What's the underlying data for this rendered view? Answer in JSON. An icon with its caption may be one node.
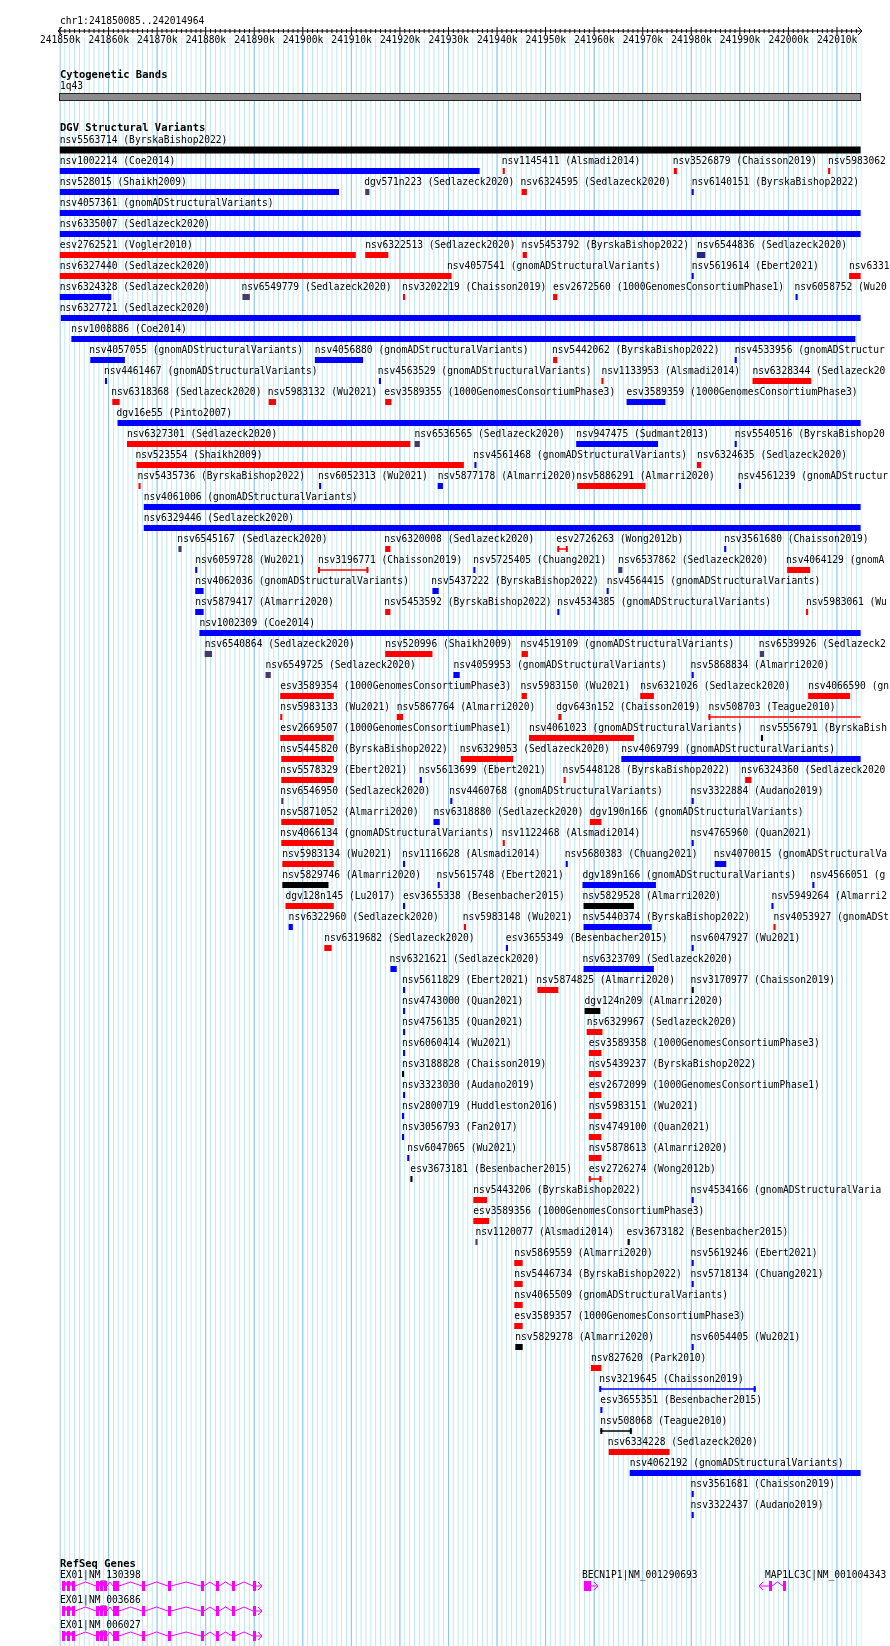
{
  "diagram": {
    "labels": [
      "chr1:241850085..242014964",
      "241850k",
      "241860k",
      "241870k",
      "241880k",
      "241890k",
      "241900k",
      "241910k",
      "241920k",
      "241930k",
      "241940k",
      "241950k",
      "241960k",
      "241970k",
      "241980k",
      "241990k",
      "242000k",
      "242010k",
      "Cytogenetic Bands",
      "1q43",
      "DGV Structural Variants",
      "nsv5563714 (ByrskaBishop2022)",
      "nsv1002214 (Coe2014)",
      "nsv1145411 (Alsmadi2014)",
      "nsv3526879 (Chaisson2019)",
      "nsv5983062",
      "nsv528015 (Shaikh2009)",
      "dgv571n223 (Sedlazeck2020)",
      "nsv6324595 (Sedlazeck2020)",
      "nsv6140151 (ByrskaBishop2022)",
      "nsv4057361 (gnomADStructuralVariants)",
      "nsv6335007 (Sedlazeck2020)",
      "esv2762521 (Vogler2010)",
      "nsv6322513 (Sedlazeck2020)",
      "nsv5453792 (ByrskaBishop2022)",
      "nsv6544836 (Sedlazeck2020)",
      "nsv6327440 (Sedlazeck2020)",
      "nsv4057541 (gnomADStructuralVariants)",
      "nsv5619614 (Ebert2021)",
      "nsv6331",
      "nsv6324328 (Sedlazeck2020)",
      "nsv6549779 (Sedlazeck2020)",
      "nsv3202219 (Chaisson2019)",
      "esv2672560 (1000GenomesConsortiumPhase1)",
      "nsv6058752 (Wu20",
      "nsv6327721 (Sedlazeck2020)",
      "nsv1008886 (Coe2014)",
      "nsv4057055 (gnomADStructuralVariants)",
      "nsv4056880 (gnomADStructuralVariants)",
      "nsv5442062 (ByrskaBishop2022)",
      "nsv4533956 (gnomADStructur",
      "nsv4461467 (gnomADStructuralVariants)",
      "nsv4563529 (gnomADStructuralVariants)",
      "nsv1133953 (Alsmadi2014)",
      "nsv6328344 (Sedlazeck20",
      "nsv6318368 (Sedlazeck2020)",
      "nsv5983132 (Wu2021)",
      "esv3589355 (1000GenomesConsortiumPhase3)",
      "esv3589359 (1000GenomesConsortiumPhase3)",
      "dgv16e55 (Pinto2007)",
      "nsv6327301 (Sedlazeck2020)",
      "nsv6536565 (Sedlazeck2020)",
      "nsv947475 (Sudmant2013)",
      "nsv5540516 (ByrskaBishop20",
      "nsv523554 (Shaikh2009)",
      "nsv4561468 (gnomADStructuralVariants)",
      "nsv6324635 (Sedlazeck2020)",
      "nsv5435736 (ByrskaBishop2022)",
      "nsv6052313 (Wu2021)",
      "nsv5877178 (Almarri2020)",
      "nsv5886291 (Almarri2020)",
      "nsv4561239 (gnomADStructur",
      "nsv4061006 (gnomADStructuralVariants)",
      "nsv6329446 (Sedlazeck2020)",
      "nsv6545167 (Sedlazeck2020)",
      "nsv6320008 (Sedlazeck2020)",
      "esv2726263 (Wong2012b)",
      "nsv3561680 (Chaisson2019)",
      "nsv6059728 (Wu2021)",
      "nsv3196771 (Chaisson2019)",
      "nsv5725405 (Chuang2021)",
      "nsv6537862 (Sedlazeck2020)",
      "nsv4064129 (gnomA",
      "nsv4062036 (gnomADStructuralVariants)",
      "nsv5437222 (ByrskaBishop2022)",
      "nsv4564415 (gnomADStructuralVariants)",
      "nsv5879417 (Almarri2020)",
      "nsv5453592 (ByrskaBishop2022)",
      "nsv4534385 (gnomADStructuralVariants)",
      "nsv5983061 (Wu",
      "nsv1002309 (Coe2014)",
      "nsv6540864 (Sedlazeck2020)",
      "nsv520996 (Shaikh2009)",
      "nsv4519109 (gnomADStructuralVariants)",
      "nsv6539926 (Sedlazeck2",
      "nsv6549725 (Sedlazeck2020)",
      "nsv4059953 (gnomADStructuralVariants)",
      "nsv5868834 (Almarri2020)",
      "esv3589354 (1000GenomesConsortiumPhase3)",
      "nsv5983150 (Wu2021)",
      "nsv6321026 (Sedlazeck2020)",
      "nsv4066590 (gn",
      "nsv5983133 (Wu2021)",
      "nsv5867764 (Almarri2020)",
      "dgv643n152 (Chaisson2019)",
      "nsv508703 (Teague2010)",
      "esv2669507 (1000GenomesConsortiumPhase1)",
      "nsv4061023 (gnomADStructuralVariants)",
      "nsv5556791 (ByrskaBish",
      "nsv5445820 (ByrskaBishop2022)",
      "nsv6329053 (Sedlazeck2020)",
      "nsv4069799 (gnomADStructuralVariants)",
      "nsv5578329 (Ebert2021)",
      "nsv5613699 (Ebert2021)",
      "nsv5448128 (ByrskaBishop2022)",
      "nsv6324360 (Sedlazeck2020",
      "nsv6546950 (Sedlazeck2020)",
      "nsv4460768 (gnomADStructuralVariants)",
      "nsv3322884 (Audano2019)",
      "nsv5871052 (Almarri2020)",
      "nsv6318880 (Sedlazeck2020)",
      "dgv190n166 (gnomADStructuralVariants)",
      "nsv4066134 (gnomADStructuralVariants)",
      "nsv1122468 (Alsmadi2014)",
      "nsv4765960 (Quan2021)",
      "nsv5983134 (Wu2021)",
      "nsv1116628 (Alsmadi2014)",
      "nsv5680383 (Chuang2021)",
      "nsv4070015 (gnomADStructuralVa",
      "nsv5829746 (Almarri2020)",
      "nsv5615748 (Ebert2021)",
      "dgv189n166 (gnomADStructuralVariants)",
      "nsv4566051 (g",
      "dgv128n145 (Lu2017)",
      "esv3655338 (Besenbacher2015)",
      "nsv5829528 (Almarri2020)",
      "nsv5949264 (Almarri2",
      "nsv6322960 (Sedlazeck2020)",
      "nsv5983148 (Wu2021)",
      "nsv5440374 (ByrskaBishop2022)",
      "nsv4053927 (gnomADSt",
      "nsv6319682 (Sedlazeck2020)",
      "esv3655349 (Besenbacher2015)",
      "nsv6047927 (Wu2021)",
      "nsv6321621 (Sedlazeck2020)",
      "nsv6323709 (Sedlazeck2020)",
      "nsv5611829 (Ebert2021)",
      "nsv5874825 (Almarri2020)",
      "nsv3170977 (Chaisson2019)",
      "nsv4743000 (Quan2021)",
      "dgv124n209 (Almarri2020)",
      "nsv4756135 (Quan2021)",
      "nsv6329967 (Sedlazeck2020)",
      "nsv6060414 (Wu2021)",
      "esv3589358 (1000GenomesConsortiumPhase3)",
      "nsv3188828 (Chaisson2019)",
      "nsv5439237 (ByrskaBishop2022)",
      "nsv3323030 (Audano2019)",
      "esv2672099 (1000GenomesConsortiumPhase1)",
      "nsv2800719 (Huddleston2016)",
      "nsv5983151 (Wu2021)",
      "nsv3056793 (Fan2017)",
      "nsv4749100 (Quan2021)",
      "nsv6047065 (Wu2021)",
      "nsv5878613 (Almarri2020)",
      "esv3673181 (Besenbacher2015)",
      "esv2726274 (Wong2012b)",
      "nsv5443206 (ByrskaBishop2022)",
      "nsv4534166 (gnomADStructuralVaria",
      "esv3589356 (1000GenomesConsortiumPhase3)",
      "nsv1120077 (Alsmadi2014)",
      "esv3673182 (Besenbacher2015)",
      "nsv5869559 (Almarri2020)",
      "nsv5619246 (Ebert2021)",
      "nsv5446734 (ByrskaBishop2022)",
      "nsv5718134 (Chuang2021)",
      "nsv4065509 (gnomADStructuralVariants)",
      "esv3589357 (1000GenomesConsortiumPhase3)",
      "nsv5829278 (Almarri2020)",
      "nsv6054405 (Wu2021)",
      "nsv827620 (Park2010)",
      "nsv3219645 (Chaisson2019)",
      "esv3655351 (Besenbacher2015)",
      "nsv508068 (Teague2010)",
      "nsv6334228 (Sedlazeck2020)",
      "nsv4062192 (gnomADStructuralVariants)",
      "nsv3561681 (Chaisson2019)",
      "nsv3322437 (Audano2019)",
      "RefSeq Genes",
      "EX01|NM_130398",
      "EX01|NM_003686",
      "EX01|NM_006027",
      "BECN1P1|NM_001290693",
      "MAP1LC3C|NM_001004343"
    ]
  }
}
